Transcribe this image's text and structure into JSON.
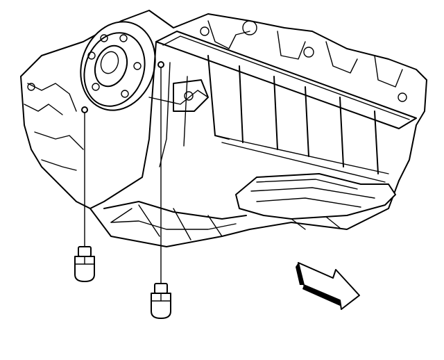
{
  "illustration": {
    "subject": "engine-oil-pan-underside",
    "components": [
      "crankshaft-flange",
      "engine-block",
      "oil-pan",
      "oil-pan-bolts"
    ],
    "direction_arrow": "arrow-right-down-icon",
    "colors": {
      "line": "#000000",
      "background": "#ffffff"
    }
  }
}
